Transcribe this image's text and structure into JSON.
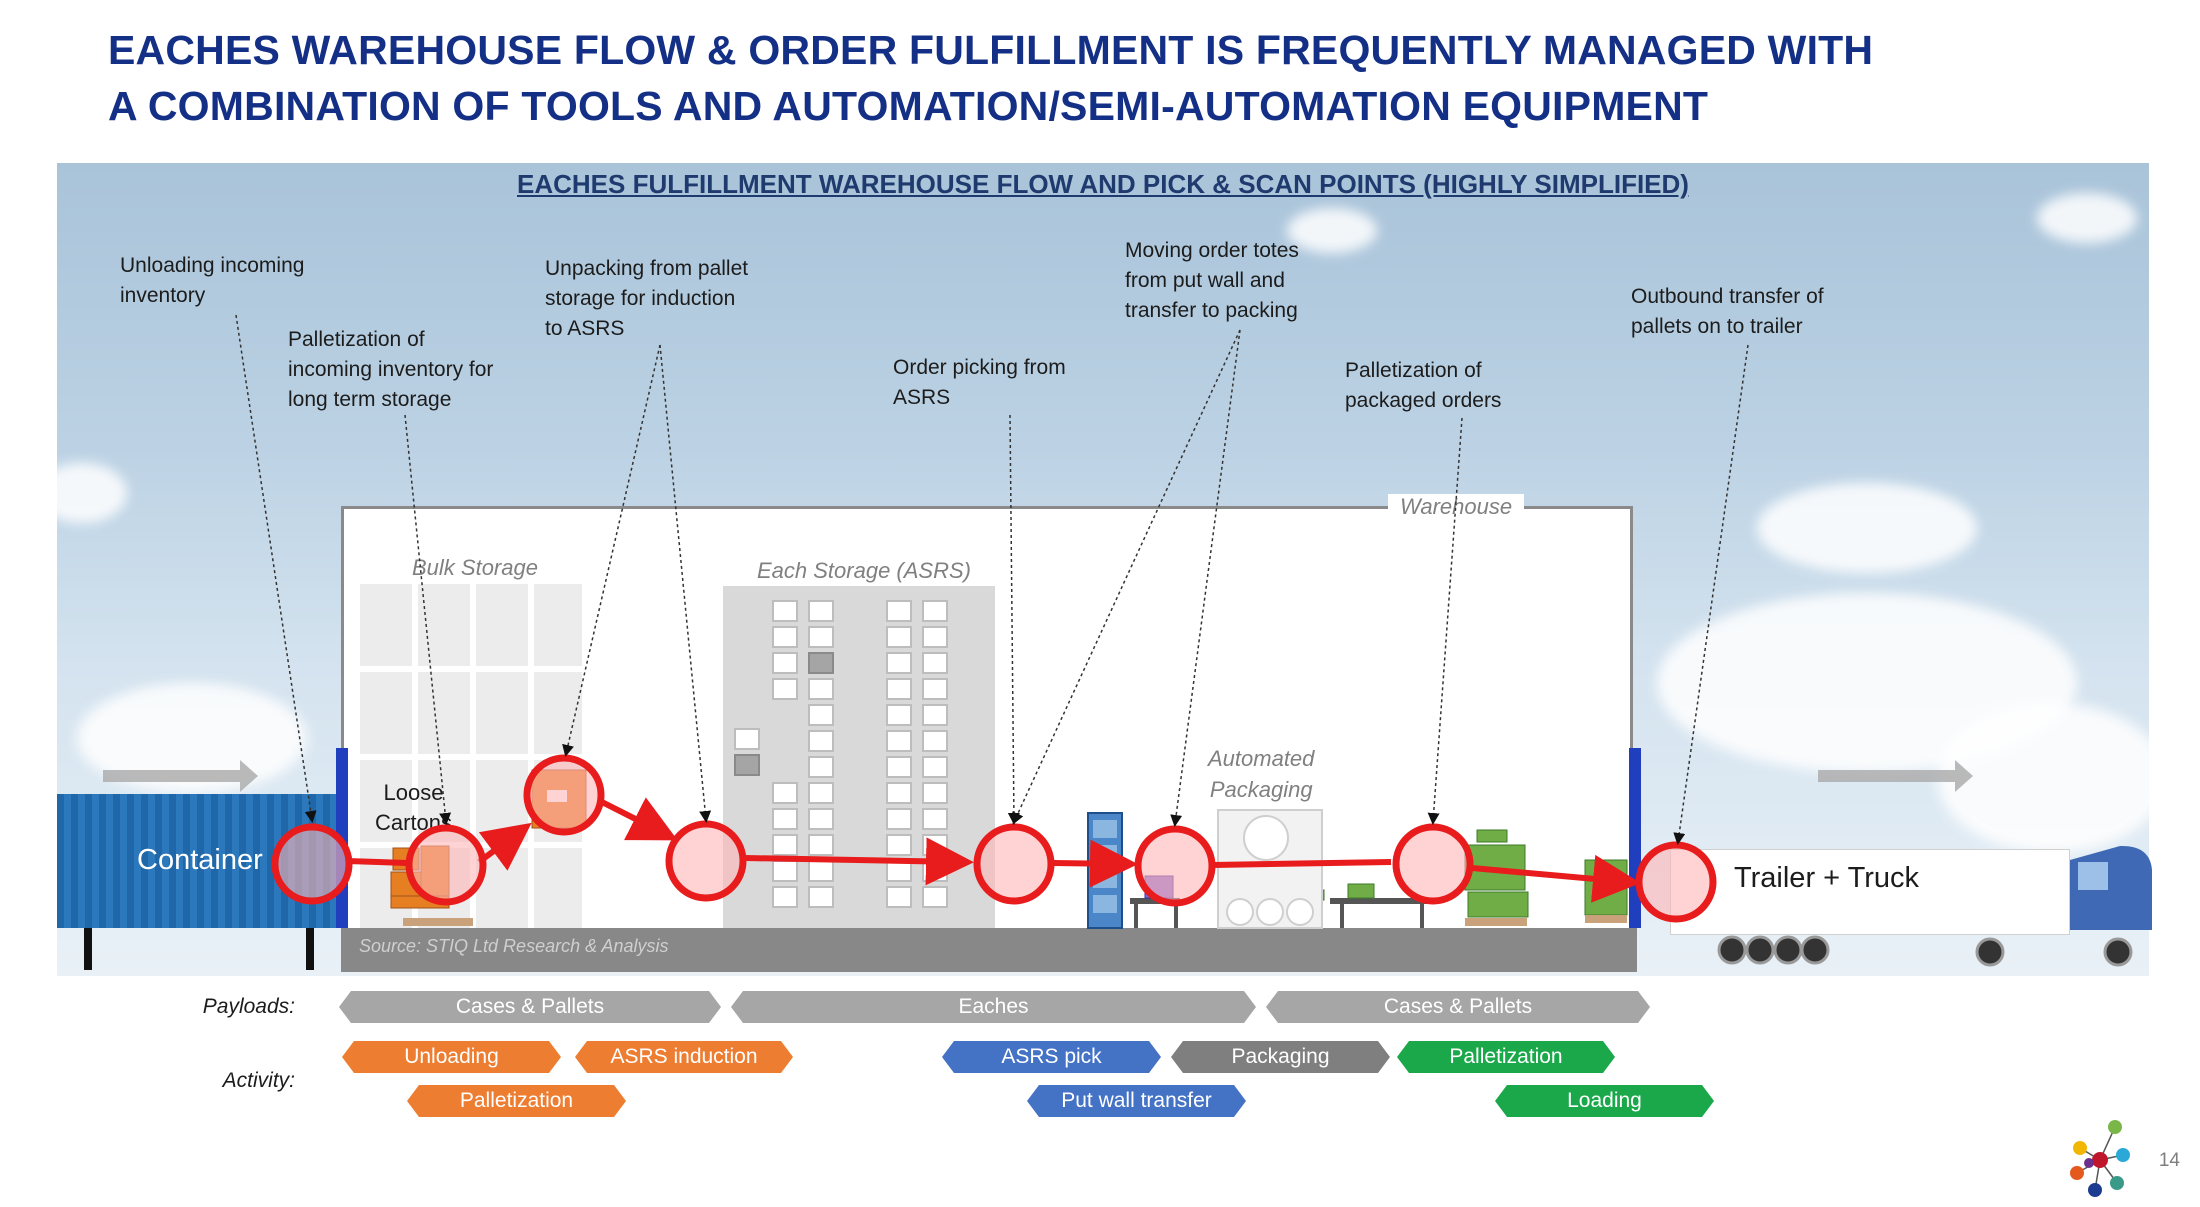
{
  "title": {
    "line1": "EACHES WAREHOUSE FLOW & ORDER FULFILLMENT IS FREQUENTLY MANAGED WITH",
    "line2": "A COMBINATION OF TOOLS AND AUTOMATION/SEMI-AUTOMATION EQUIPMENT"
  },
  "subtitle": "EACHES FULFILLMENT WAREHOUSE FLOW AND PICK & SCAN POINTS (HIGHLY SIMPLIFIED)",
  "callouts": {
    "unloading": [
      "Unloading incoming",
      "inventory"
    ],
    "palletization_in": [
      "Palletization of",
      "incoming inventory for",
      "long term storage"
    ],
    "unpacking": [
      "Unpacking from pallet",
      "storage for induction",
      "to ASRS"
    ],
    "order_picking": [
      "Order picking from",
      "ASRS"
    ],
    "moving_totes": [
      "Moving order totes",
      "from put wall and",
      "transfer to packing"
    ],
    "palletization_out": [
      "Palletization of",
      "packaged orders"
    ],
    "outbound": [
      "Outbound transfer of",
      "pallets on to trailer"
    ]
  },
  "areas": {
    "warehouse": "Warehouse",
    "bulk_storage": "Bulk Storage",
    "each_storage": "Each Storage (ASRS)",
    "automated_packaging": [
      "Automated",
      "Packaging"
    ],
    "loose_cartons": [
      "Loose",
      "Cartons"
    ],
    "container": "Container",
    "trailer": "Trailer + Truck"
  },
  "source": "Source: STIQ Ltd Research & Analysis",
  "payloads": {
    "label": "Payloads:",
    "items": [
      "Cases & Pallets",
      "Eaches",
      "Cases & Pallets"
    ]
  },
  "activity": {
    "label": "Activity:",
    "row1": [
      "Unloading",
      "ASRS induction",
      "ASRS pick",
      "Packaging",
      "Palletization"
    ],
    "row2": [
      "Palletization",
      "Put wall transfer",
      "Loading"
    ]
  },
  "colors": {
    "title": "#142f86",
    "flow": "#e81c1c",
    "orange": "#ed7d31",
    "blue": "#4472c4",
    "dark_gray": "#7f7f7f",
    "green": "#1aa84a",
    "gray": "#a6a6a6"
  },
  "page_number": "14"
}
